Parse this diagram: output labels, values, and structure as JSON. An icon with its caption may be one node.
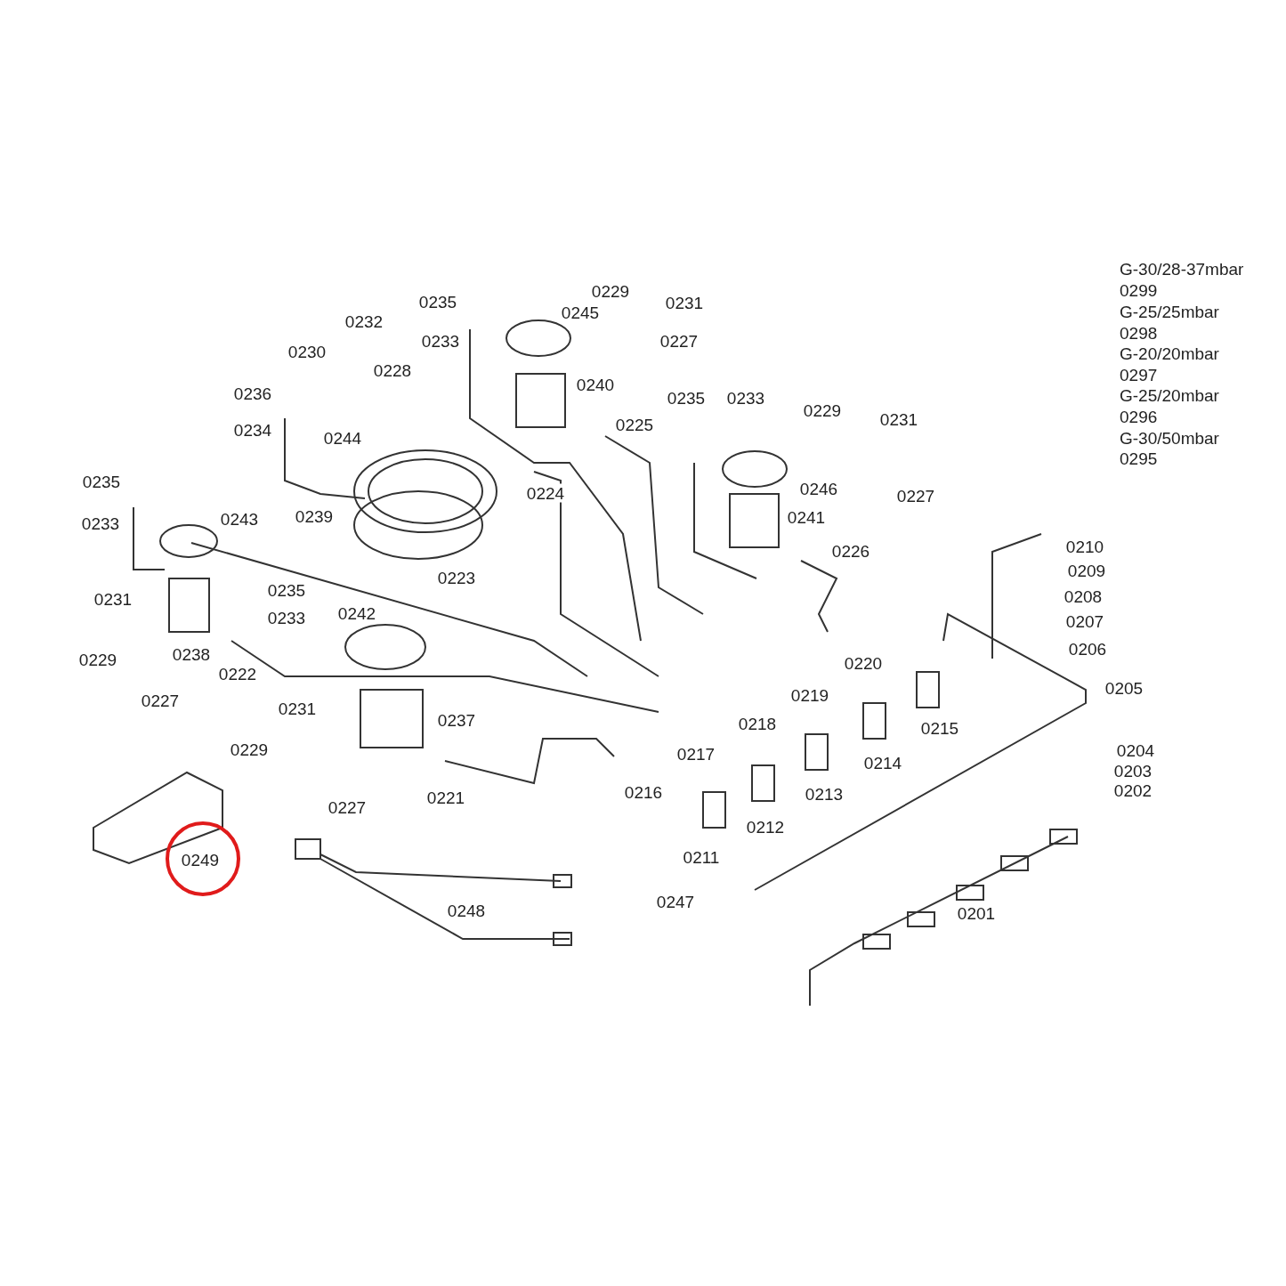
{
  "diagram": {
    "labels": [
      "G-30/28-37mbar",
      "0299",
      "G-25/25mbar",
      "0298",
      "G-20/20mbar",
      "0297",
      "G-25/20mbar",
      "0296",
      "G-30/50mbar",
      "0295",
      "0229",
      "0235",
      "0231",
      "0245",
      "0232",
      "0233",
      "0227",
      "0230",
      "0228",
      "0240",
      "0236",
      "0235",
      "0233",
      "0229",
      "0231",
      "0225",
      "0234",
      "0244",
      "0235",
      "0246",
      "0224",
      "0227",
      "0239",
      "0241",
      "0243",
      "0233",
      "0210",
      "0226",
      "0209",
      "0223",
      "0235",
      "0208",
      "0231",
      "0242",
      "0233",
      "0207",
      "0206",
      "0238",
      "0229",
      "0220",
      "0222",
      "0205",
      "0219",
      "0227",
      "0231",
      "0237",
      "0218",
      "0215",
      "0229",
      "0204",
      "0217",
      "0214",
      "0203",
      "0202",
      "0216",
      "0213",
      "0221",
      "0227",
      "0212",
      "0211",
      "0249",
      "0247",
      "0201",
      "0248"
    ]
  }
}
